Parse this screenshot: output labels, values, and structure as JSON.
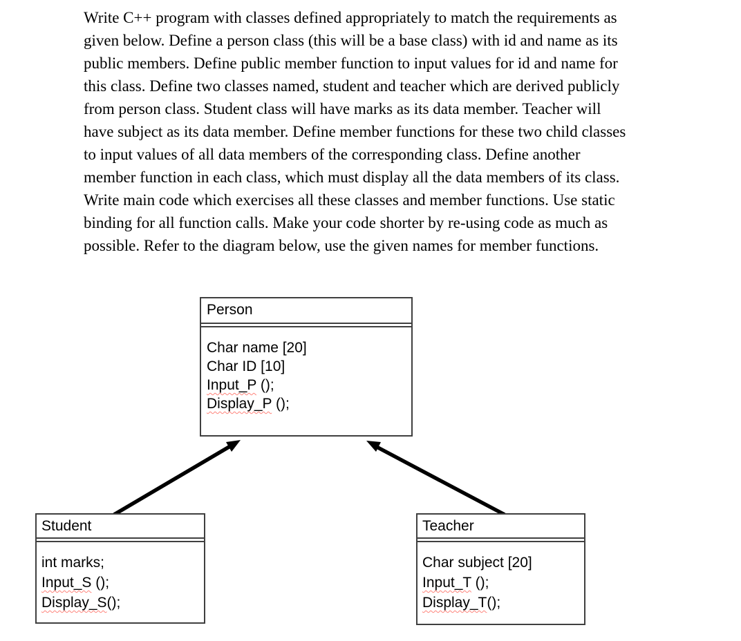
{
  "assignment_text": {
    "lines": [
      "Write C++ program with classes defined appropriately to match the requirements as",
      "given below. Define a person class (this will be a base class) with id and name as its",
      "public members. Define public member function to input values for id and name for",
      "this class. Define two classes named, student and teacher which are derived publicly",
      "from person class. Student class will have marks as its data member. Teacher will",
      "have subject as its data member. Define member functions for these two child classes",
      "to input values of all data members of the corresponding class. Define another",
      "member function in each class, which must display all the data members of its class.",
      "Write main code which exercises all these classes and member functions. Use static",
      "binding for all function calls. Make your code shorter by re-using code as much as",
      "possible. Refer to the diagram below, use the given names for member functions."
    ]
  },
  "diagram": {
    "colors": {
      "box_border": "#3f3f3f",
      "arrow": "#000000",
      "spellcheck_squiggle": "#ff8279"
    },
    "person": {
      "title": "Person",
      "members": [
        {
          "text": "Char name [20]"
        },
        {
          "text": "Char ID [10]"
        },
        {
          "fn": "Input_P",
          "rest": " ();"
        },
        {
          "fn": "Display_P",
          "rest": " ();"
        }
      ]
    },
    "student": {
      "title": "Student",
      "members": [
        {
          "text": "int marks;"
        },
        {
          "fn": "Input_S",
          "rest": " ();"
        },
        {
          "fn": "Display_S",
          "rest": "();"
        }
      ]
    },
    "teacher": {
      "title": "Teacher",
      "members": [
        {
          "text": "Char subject [20]"
        },
        {
          "fn": "Input_T",
          "rest": " ();"
        },
        {
          "fn": "Display_T",
          "rest": "();"
        }
      ]
    }
  }
}
